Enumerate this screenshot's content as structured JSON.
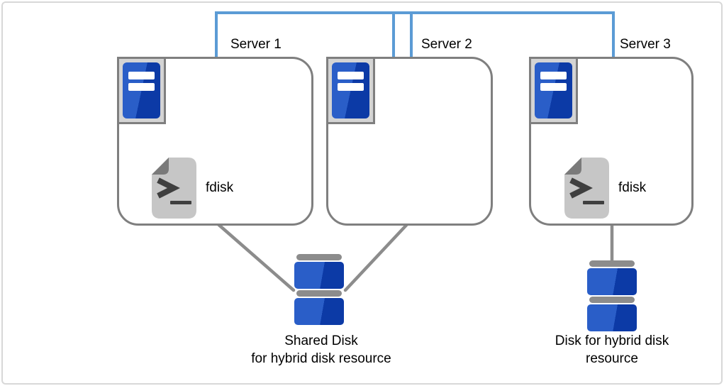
{
  "servers": [
    {
      "label": "Server 1",
      "tool_label": "fdisk"
    },
    {
      "label": "Server 2"
    },
    {
      "label": "Server 3",
      "tool_label": "fdisk"
    }
  ],
  "disks": [
    {
      "label_line1": "Shared Disk",
      "label_line2": "for hybrid disk resource"
    },
    {
      "label_line1": "Disk for hybrid disk",
      "label_line2": "resource"
    }
  ],
  "icons": {
    "server": "server-tower-icon",
    "script": "script-file-icon",
    "disk": "disk-stack-icon",
    "network": "network-link-line"
  },
  "colors": {
    "network-blue": "#5b9bd5",
    "box-border": "#7f7f7f",
    "connector-gray": "#8c8c8c",
    "tray-gray": "#d4d4d4",
    "device-blue": "#2a5ec8",
    "device-blue-dark": "#0c3aa6",
    "doc-gray": "#c6c6c6",
    "doc-fold": "#7a7a7a",
    "glyph-dark": "#3f3f3f",
    "disk-bar-gray": "#8c8c8c",
    "frame-border": "#d8d8d8",
    "text": "#000000"
  }
}
